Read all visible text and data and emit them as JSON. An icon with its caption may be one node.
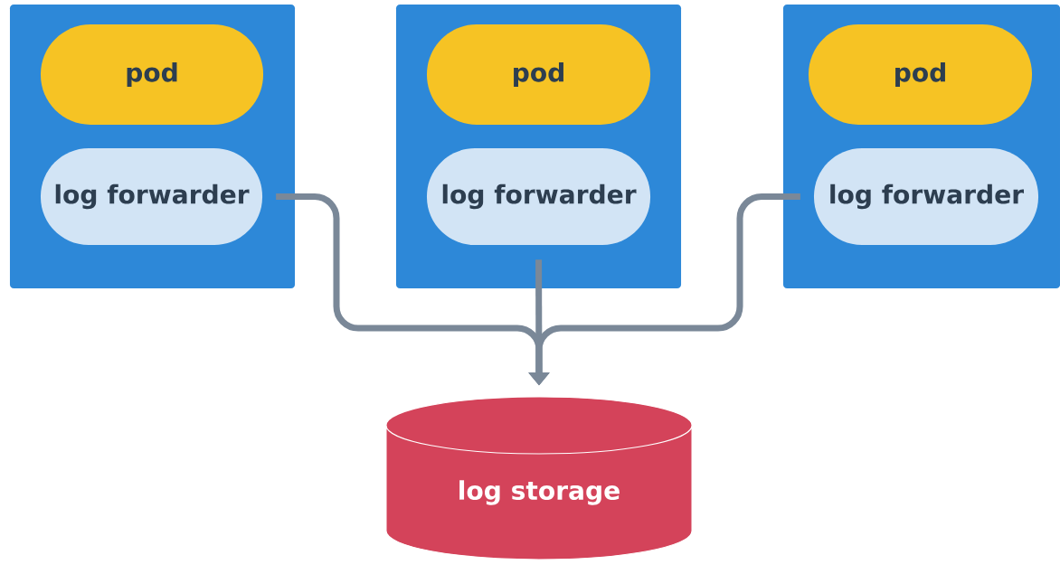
{
  "diagram": {
    "nodes": [
      {
        "text": [],
        "shape": "box"
      },
      {
        "text": [
          "pod"
        ],
        "in": 0
      },
      {
        "text": [
          "log forwarder"
        ],
        "in": 0
      },
      {
        "text": [],
        "shape": "box"
      },
      {
        "text": [
          "pod"
        ],
        "in": 3
      },
      {
        "text": [
          "log forwarder"
        ],
        "in": 3
      },
      {
        "text": [],
        "shape": "box"
      },
      {
        "text": [
          "pod"
        ],
        "in": 6
      },
      {
        "text": [
          "log forwarder"
        ],
        "in": 6
      },
      {
        "text": [
          "log storage"
        ]
      }
    ],
    "edges": [
      {
        "from": 2,
        "to": 9,
        "arrow": "to"
      },
      {
        "from": 5,
        "to": 9,
        "arrow": "to"
      },
      {
        "from": 8,
        "to": 9,
        "arrow": "to"
      }
    ]
  }
}
